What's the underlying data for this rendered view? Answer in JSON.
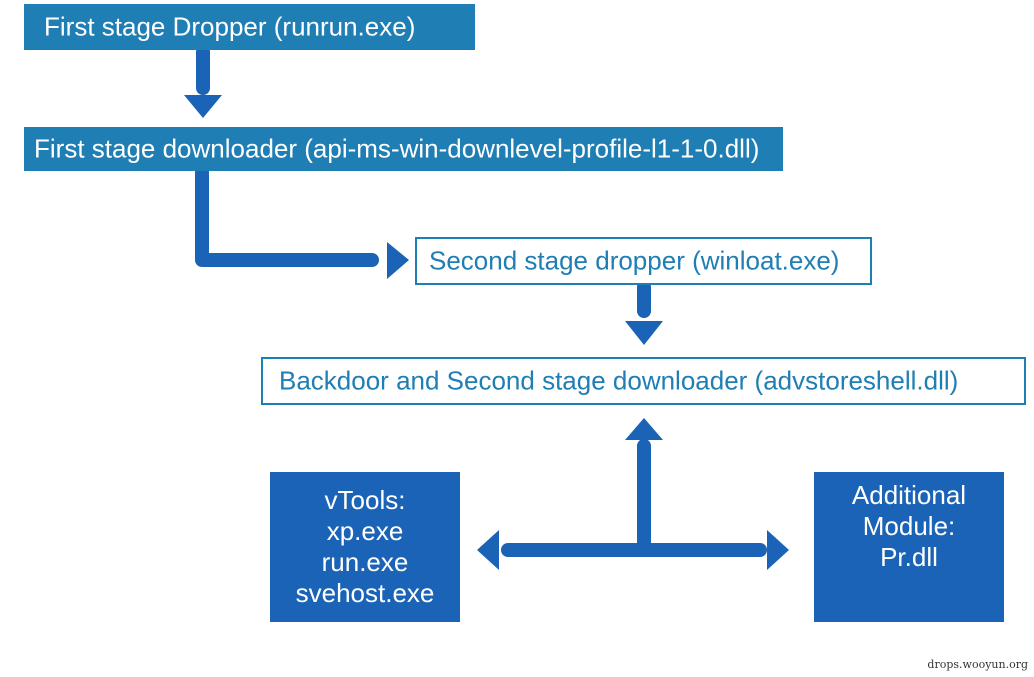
{
  "colors": {
    "teal": "#1f7eb4",
    "blue": "#1a63b6",
    "arrow": "#1a63b6",
    "background": "#ffffff"
  },
  "nodes": {
    "first_stage_dropper": {
      "label": "First stage Dropper (runrun.exe)"
    },
    "first_stage_downloader": {
      "label": "First stage downloader (api-ms-win-downlevel-profile-l1-1-0.dll)"
    },
    "second_stage_dropper": {
      "label": "Second stage dropper (winloat.exe)"
    },
    "backdoor": {
      "label": "Backdoor and Second stage downloader (advstoreshell.dll)"
    },
    "vtools": {
      "lines": [
        "vTools:",
        "xp.exe",
        "run.exe",
        "svehost.exe"
      ]
    },
    "additional_module": {
      "lines": [
        "Additional",
        "Module:",
        "Pr.dll"
      ]
    }
  },
  "edges": [
    {
      "from": "first_stage_dropper",
      "to": "first_stage_downloader"
    },
    {
      "from": "first_stage_downloader",
      "to": "second_stage_dropper"
    },
    {
      "from": "second_stage_dropper",
      "to": "backdoor"
    },
    {
      "from": "backdoor",
      "to": "vtools"
    },
    {
      "from": "backdoor",
      "to": "additional_module"
    }
  ],
  "watermark": "drops.wooyun.org"
}
